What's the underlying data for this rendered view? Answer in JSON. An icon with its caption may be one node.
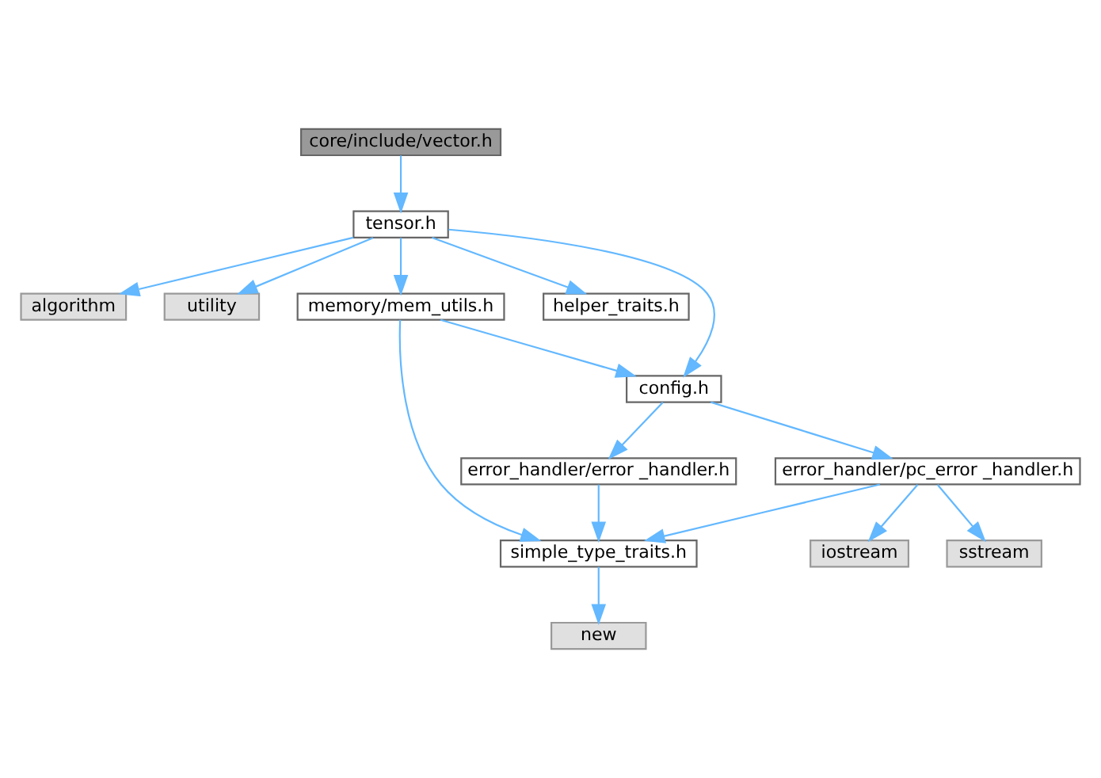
{
  "diagram": {
    "nodes": [
      {
        "text": [
          "core/include/vector.h"
        ]
      },
      {
        "text": [
          "tensor.h"
        ]
      },
      {
        "text": [
          "algorithm"
        ]
      },
      {
        "text": [
          "utility"
        ]
      },
      {
        "text": [
          "memory/mem_utils.h"
        ]
      },
      {
        "text": [
          "helper_traits.h"
        ]
      },
      {
        "text": [
          "config.h"
        ]
      },
      {
        "text": [
          "error_handler/error _handler.h"
        ]
      },
      {
        "text": [
          "error_handler/pc_error _handler.h"
        ]
      },
      {
        "text": [
          "simple_type_traits.h"
        ]
      },
      {
        "text": [
          "iostream"
        ]
      },
      {
        "text": [
          "sstream"
        ]
      },
      {
        "text": [
          "new"
        ]
      }
    ],
    "edges": [
      {
        "from": 0,
        "to": 1,
        "arrow": "to"
      },
      {
        "from": 1,
        "to": 2,
        "arrow": "to"
      },
      {
        "from": 1,
        "to": 3,
        "arrow": "to"
      },
      {
        "from": 1,
        "to": 4,
        "arrow": "to"
      },
      {
        "from": 1,
        "to": 6,
        "arrow": "to"
      },
      {
        "from": 1,
        "to": 5,
        "arrow": "to"
      },
      {
        "from": 4,
        "to": 6,
        "arrow": "to"
      },
      {
        "from": 4,
        "to": 9,
        "arrow": "to"
      },
      {
        "from": 6,
        "to": 7,
        "arrow": "to"
      },
      {
        "from": 6,
        "to": 8,
        "arrow": "to"
      },
      {
        "from": 7,
        "to": 9,
        "arrow": "to"
      },
      {
        "from": 8,
        "to": 9,
        "arrow": "to"
      },
      {
        "from": 8,
        "to": 10,
        "arrow": "to"
      },
      {
        "from": 8,
        "to": 11,
        "arrow": "to"
      },
      {
        "from": 9,
        "to": 12,
        "arrow": "to"
      }
    ]
  }
}
